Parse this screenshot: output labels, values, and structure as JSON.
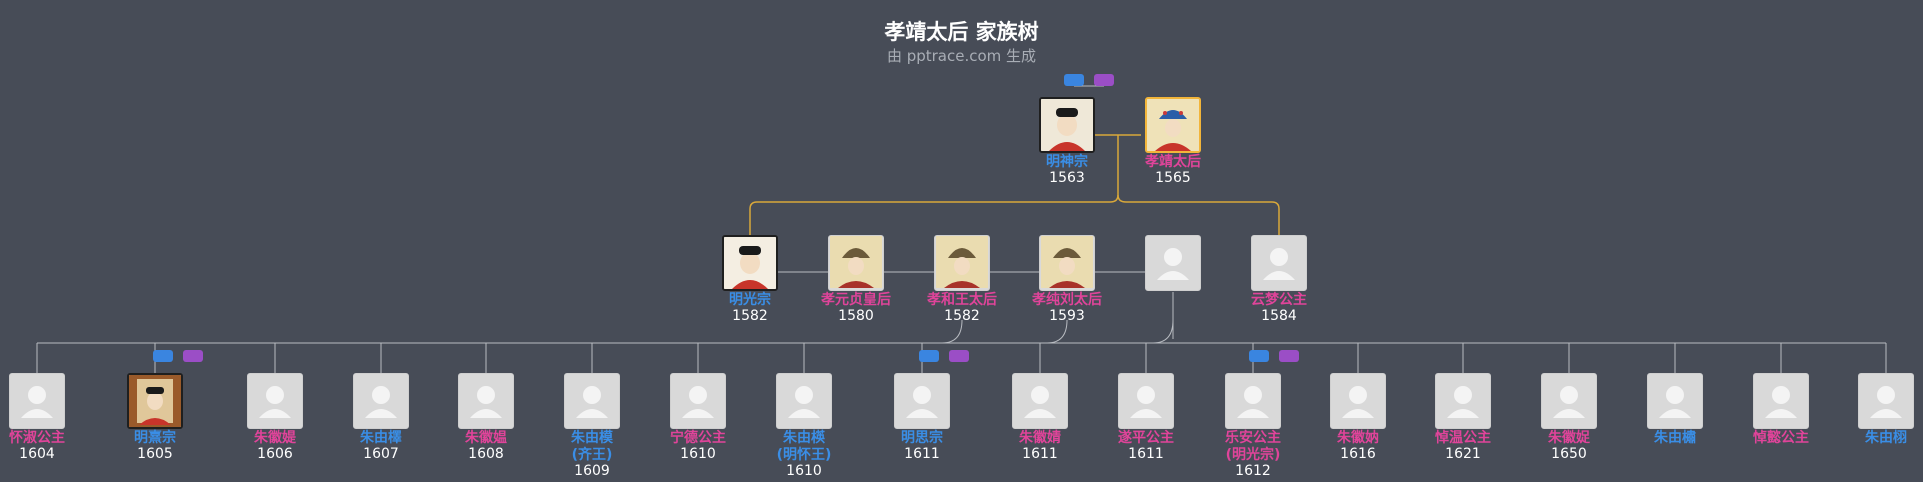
{
  "title": "孝靖太后 家族树",
  "subtitle": "由 pptrace.com 生成",
  "colors": {
    "male": "#3a8ee6",
    "female": "#e0449a",
    "year": "#ffffff",
    "background": "#474c57",
    "gold_line": "#d9a83a",
    "grey_line": "#b9bcc2"
  },
  "generation1": [
    {
      "name": "明神宗",
      "year": "1563",
      "gender": "male",
      "photo": "portrait-emperor"
    },
    {
      "name": "孝靖太后",
      "year": "1565",
      "gender": "female",
      "photo": "portrait-empress"
    }
  ],
  "generation2": [
    {
      "name": "明光宗",
      "year": "1582",
      "gender": "male",
      "photo": "portrait-emperor"
    },
    {
      "name": "孝元贞皇后",
      "year": "1580",
      "gender": "female",
      "photo": "portrait-empress"
    },
    {
      "name": "孝和王太后",
      "year": "1582",
      "gender": "female",
      "photo": "portrait-empress"
    },
    {
      "name": "孝纯刘太后",
      "year": "1593",
      "gender": "female",
      "photo": "portrait-empress"
    },
    {
      "name": "",
      "year": "",
      "gender": "female",
      "photo": "placeholder-avatar"
    },
    {
      "name": "云梦公主",
      "year": "1584",
      "gender": "female",
      "photo": "placeholder-avatar"
    }
  ],
  "generation3": [
    {
      "name": "怀淑公主",
      "year": "1604",
      "gender": "female"
    },
    {
      "name": "明熹宗",
      "year": "1605",
      "gender": "male"
    },
    {
      "name": "朱徽媞",
      "year": "1606",
      "gender": "female"
    },
    {
      "name": "朱由檡",
      "year": "1607",
      "gender": "male"
    },
    {
      "name": "朱徽媪",
      "year": "1608",
      "gender": "female"
    },
    {
      "name": "朱由模",
      "name2": "(齐王)",
      "year": "1609",
      "gender": "male"
    },
    {
      "name": "宁德公主",
      "year": "1610",
      "gender": "female"
    },
    {
      "name": "朱由楧",
      "name2": "(明怀王)",
      "year": "1610",
      "gender": "male"
    },
    {
      "name": "明思宗",
      "year": "1611",
      "gender": "male"
    },
    {
      "name": "朱徽婧",
      "year": "1611",
      "gender": "female"
    },
    {
      "name": "遂平公主",
      "year": "1611",
      "gender": "female"
    },
    {
      "name": "乐安公主",
      "name2": "(明光宗)",
      "year": "1612",
      "gender": "female"
    },
    {
      "name": "朱徽妠",
      "year": "1616",
      "gender": "female"
    },
    {
      "name": "悼温公主",
      "year": "1621",
      "gender": "female"
    },
    {
      "name": "朱徽娖",
      "year": "1650",
      "gender": "female"
    },
    {
      "name": "朱由橚",
      "year": "",
      "gender": "male"
    },
    {
      "name": "悼懿公主",
      "year": "",
      "gender": "female"
    },
    {
      "name": "朱由栩",
      "year": "",
      "gender": "male"
    }
  ]
}
